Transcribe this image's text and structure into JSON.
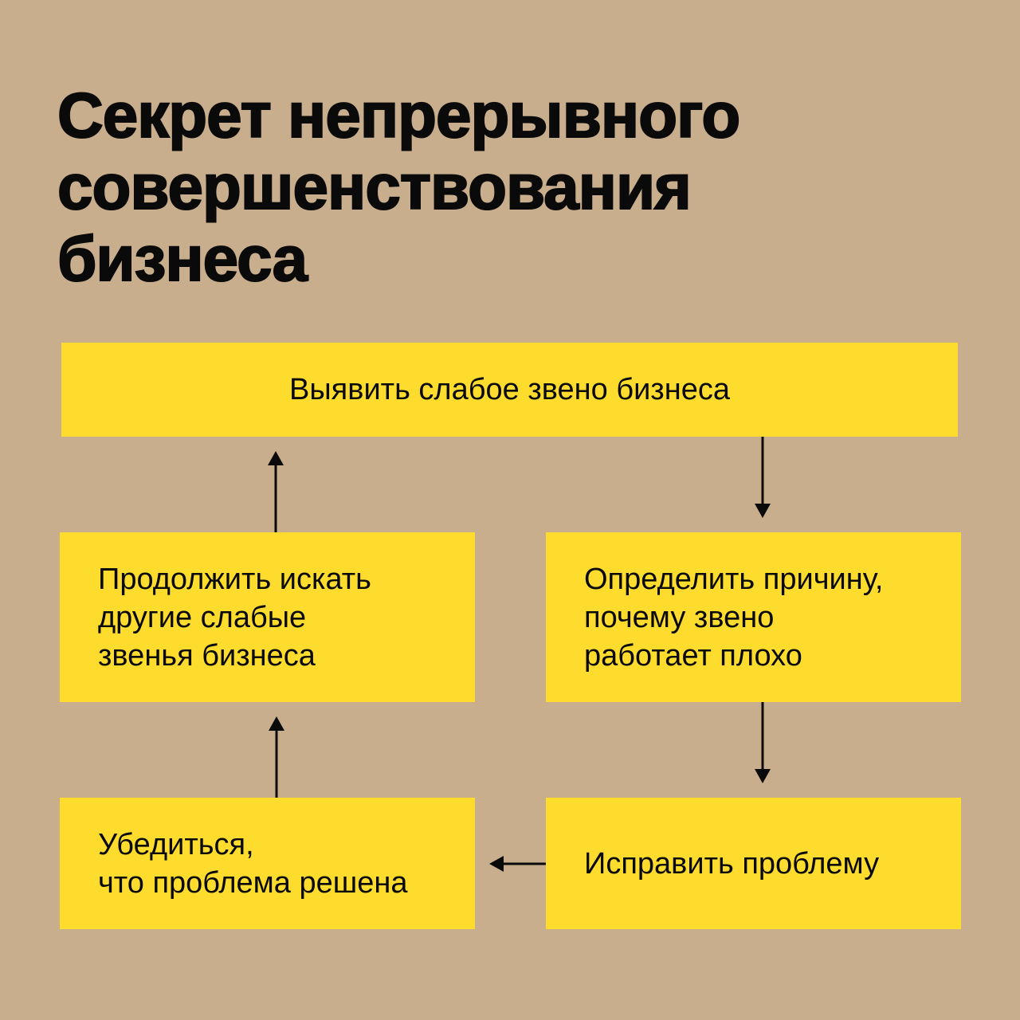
{
  "title": [
    "Секрет непрерывного",
    "совершенствования",
    "бизнеса"
  ],
  "steps": {
    "identify": [
      "Выявить слабое звено бизнеса"
    ],
    "cause": [
      "Определить причину,",
      "почему звено",
      "работает плохо"
    ],
    "fix": [
      "Исправить проблему"
    ],
    "verify": [
      "Убедиться,",
      "что проблема решена"
    ],
    "continue": [
      "Продолжить искать",
      "другие слабые",
      "звенья бизнеса"
    ]
  },
  "colors": {
    "background": "#C8AE8C",
    "box": "#FDDC2E",
    "text": "#0a0a0a"
  }
}
